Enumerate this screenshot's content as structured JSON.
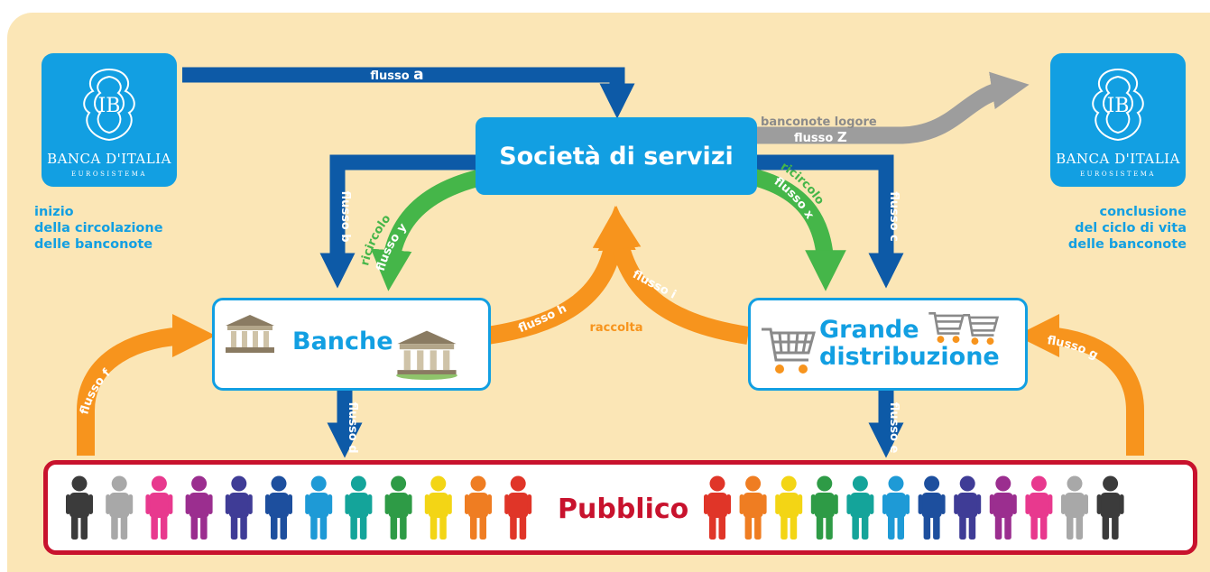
{
  "nodes": {
    "societa": "Società di servizi",
    "banche": "Banche",
    "grande_line1": "Grande",
    "grande_line2": "distribuzione",
    "pubblico": "Pubblico"
  },
  "logos": {
    "name": "BANCA D'ITALIA",
    "subtitle": "EUROSISTEMA",
    "monogram": "IB"
  },
  "captions": {
    "start": [
      "inizio",
      "della circolazione",
      "delle banconote"
    ],
    "end": [
      "conclusione",
      "del ciclo di vita",
      "delle banconote"
    ]
  },
  "flows": {
    "a": {
      "prefix": "flusso",
      "letter": "a"
    },
    "b": "flusso b",
    "c": "flusso c",
    "d": "flusso d",
    "e": "flusso e",
    "f": "flusso f",
    "g": "flusso g",
    "h": "flusso h",
    "i": "flusso i",
    "x": "flusso x",
    "y": "flusso y",
    "z": {
      "prefix": "flusso",
      "letter": "Z"
    },
    "ricircolo": "ricircolo",
    "raccolta": "raccolta",
    "banconote_logore": "banconote logore"
  },
  "colors": {
    "blue": "#129fe2",
    "dark_blue": "#0d5aa7",
    "green": "#45b649",
    "orange": "#f7941d",
    "gray": "#9d9d9d",
    "red": "#c8122d",
    "background": "#fbe6b6"
  },
  "people_colors_left": [
    "#3b3b3b",
    "#a8a8a8",
    "#e8398e",
    "#9b2e8f",
    "#3f3c96",
    "#1d4f9e",
    "#1e9ad6",
    "#14a49a",
    "#2e9b46",
    "#f3d515",
    "#ef7d22",
    "#e03528"
  ],
  "people_colors_right": [
    "#e03528",
    "#ef7d22",
    "#f3d515",
    "#2e9b46",
    "#14a49a",
    "#1e9ad6",
    "#1d4f9e",
    "#3f3c96",
    "#9b2e8f",
    "#e8398e",
    "#a8a8a8",
    "#3b3b3b"
  ],
  "icons": [
    "bank-building-icon",
    "shopping-cart-icon",
    "person-icon",
    "banca-italia-seal-icon"
  ]
}
